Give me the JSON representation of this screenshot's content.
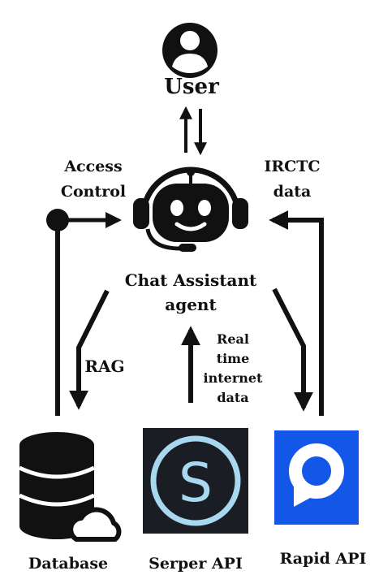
{
  "diagram": {
    "user_label": "User",
    "agent_label_line1": "Chat Assistant",
    "agent_label_line2": "agent",
    "access_control_line1": "Access",
    "access_control_line2": "Control",
    "irctc_line1": "IRCTC",
    "irctc_line2": "data",
    "rag_label": "RAG",
    "realtime_line1": "Real",
    "realtime_line2": "time",
    "realtime_line3": "internet",
    "realtime_line4": "data",
    "database_label": "Database",
    "serper_label": "Serper API",
    "serper_letter": "S",
    "rapid_label": "Rapid API"
  },
  "colors": {
    "stroke": "#111111",
    "serper_bg": "#1b1d24",
    "serper_ring": "#a8d8f0",
    "rapid_bg": "#1357e8",
    "rapid_fg": "#ffffff"
  },
  "icons": {
    "user": "user-avatar-icon",
    "agent": "robot-headset-icon",
    "database": "database-cloud-icon",
    "serper": "serper-logo-icon",
    "rapid": "rapidapi-logo-icon"
  }
}
